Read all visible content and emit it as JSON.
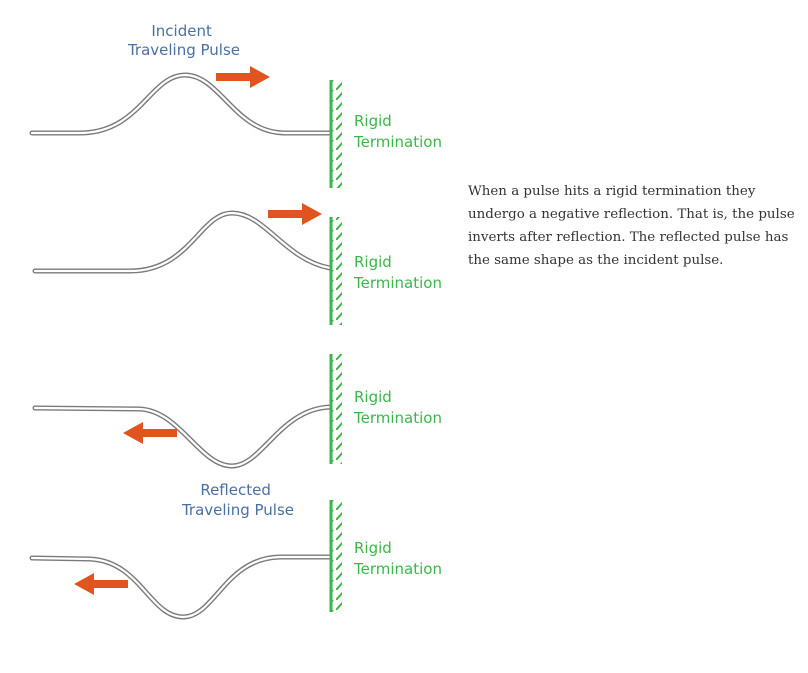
{
  "labels": {
    "incident": [
      "Incident",
      "Traveling Pulse"
    ],
    "reflected": [
      "Reflected",
      "Traveling Pulse"
    ],
    "wall": [
      "Rigid",
      "Termination"
    ]
  },
  "caption_lines": [
    "When a pulse hits a rigid termination they",
    "undergo a negative reflection. That is, the pulse",
    "inverts after reflection. The reflected pulse has",
    "the same shape as the incident pulse."
  ],
  "colors": {
    "string": "#7a7a7a",
    "arrow": "#e0541f",
    "wall": "#3cb64a",
    "label_blue": "#4a6fa5"
  }
}
